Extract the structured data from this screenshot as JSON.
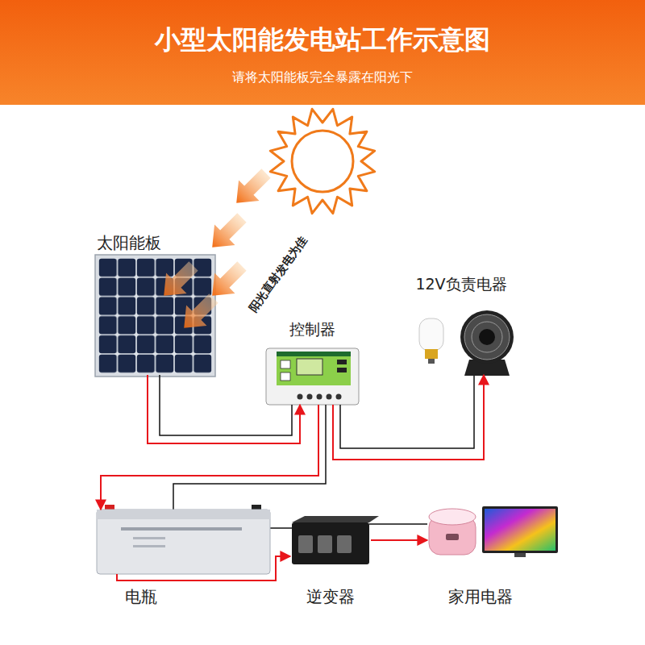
{
  "diagram": {
    "title": "小型太阳能发电站工作示意图",
    "nodes": [
      {
        "text": [
          "太阳能板"
        ]
      },
      {
        "text": [
          "12V负责电器"
        ]
      },
      {
        "text": [
          "控制器"
        ]
      },
      {
        "text": [
          "电瓶"
        ]
      },
      {
        "text": [
          "逆变器"
        ]
      },
      {
        "text": [
          "家用电器"
        ]
      }
    ],
    "edges": [
      {
        "from": 0,
        "to": 2,
        "arrow": "to"
      },
      {
        "from": 2,
        "to": 1,
        "arrow": "to"
      },
      {
        "from": 2,
        "to": 3,
        "arrow": "to"
      },
      {
        "from": 3,
        "to": 4,
        "arrow": "to"
      },
      {
        "from": 4,
        "to": 5,
        "arrow": "to"
      }
    ],
    "labels": [
      "请将太阳能板完全暴露在阳光下",
      "阳光直射发电为佳"
    ]
  }
}
